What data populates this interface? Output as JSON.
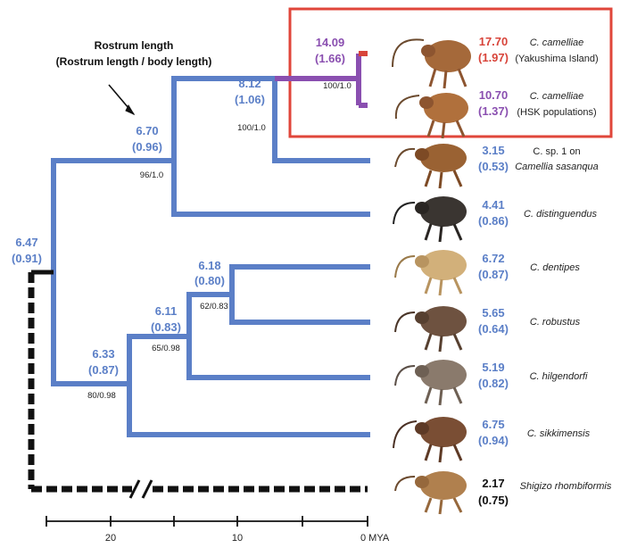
{
  "annotation": {
    "line1": "Rostrum length",
    "line2": "(Rostrum length / body length)"
  },
  "nodes": {
    "root": {
      "value": "6.47",
      "ratio": "(0.91)"
    },
    "n1": {
      "value": "6.70",
      "ratio": "(0.96)",
      "support": "96/1.0"
    },
    "n2": {
      "value": "8.12",
      "ratio": "(1.06)",
      "support": "100/1.0"
    },
    "n3": {
      "value": "14.09",
      "ratio": "(1.66)",
      "support": "100/1.0"
    },
    "n4": {
      "value": "6.33",
      "ratio": "(0.87)",
      "support": "80/0.98"
    },
    "n5": {
      "value": "6.11",
      "ratio": "(0.83)",
      "support": "65/0.98"
    },
    "n6": {
      "value": "6.18",
      "ratio": "(0.80)",
      "support": "62/0.83"
    }
  },
  "tips": [
    {
      "value": "17.70",
      "ratio": "(1.97)",
      "name": "C. camelliae",
      "detail": "(Yakushima Island)"
    },
    {
      "value": "10.70",
      "ratio": "(1.37)",
      "name": "C. camelliae",
      "detail": "(HSK populations)"
    },
    {
      "value": "3.15",
      "ratio": "(0.53)",
      "name": "C. sp. 1 on",
      "detail": "Camellia sasanqua"
    },
    {
      "value": "4.41",
      "ratio": "(0.86)",
      "name": "C. distinguendus",
      "detail": ""
    },
    {
      "value": "6.72",
      "ratio": "(0.87)",
      "name": "C. dentipes",
      "detail": ""
    },
    {
      "value": "5.65",
      "ratio": "(0.64)",
      "name": "C. robustus",
      "detail": ""
    },
    {
      "value": "5.19",
      "ratio": "(0.82)",
      "name": "C. hilgendorfi",
      "detail": ""
    },
    {
      "value": "6.75",
      "ratio": "(0.94)",
      "name": "C. sikkimensis",
      "detail": ""
    },
    {
      "value": "2.17",
      "ratio": "(0.75)",
      "name": "Shigizo rhombiformis",
      "detail": ""
    }
  ],
  "axis": {
    "tick_20": "20",
    "tick_10": "10",
    "tick_0": "0 MYA"
  },
  "colors": {
    "branch": "#5b7fc7",
    "highlight_branch": "#8a4fb0",
    "highlight_box": "#e0463a",
    "red_tip": "#d8443a"
  }
}
